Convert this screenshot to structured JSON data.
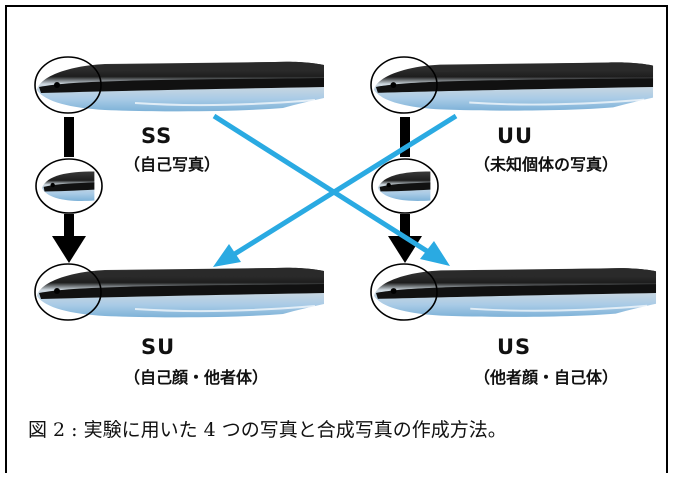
{
  "fish": [
    {
      "code": "SS",
      "desc": "（自己写真）"
    },
    {
      "code": "UU",
      "desc": "（未知個体の写真）"
    },
    {
      "code": "SU",
      "desc": "（自己顔・他者体）"
    },
    {
      "code": "US",
      "desc": "（他者顔・自己体）"
    }
  ],
  "caption": "図 2 : 実験に用いた 4 つの写真と合成写真の作成方法。",
  "colors": {
    "cross_arrow": "#2aaae2",
    "down_arrow": "#000000",
    "stripe": "#141414",
    "belly": "#bcd8ea"
  }
}
